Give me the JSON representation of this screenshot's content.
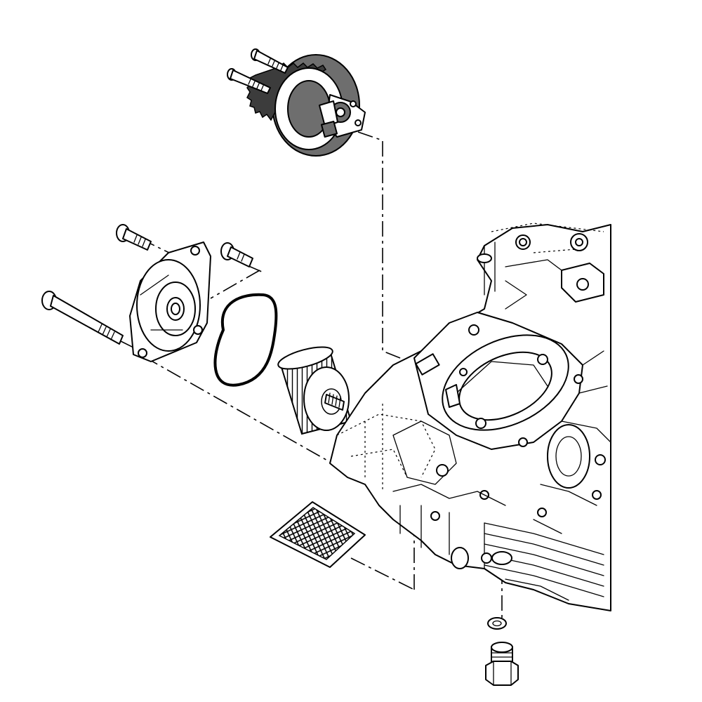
{
  "diagram": {
    "type": "exploded-parts-view",
    "parts": [
      {
        "id": "oil-pump-gear",
        "icon": "gear-icon"
      },
      {
        "id": "pump-bolt-upper",
        "icon": "bolt-icon"
      },
      {
        "id": "pump-bolt-lower",
        "icon": "bolt-icon"
      },
      {
        "id": "filter-cover",
        "icon": "cover-icon"
      },
      {
        "id": "cover-bolt-short-left",
        "icon": "bolt-icon"
      },
      {
        "id": "cover-bolt-short-right",
        "icon": "bolt-icon"
      },
      {
        "id": "cover-bolt-long",
        "icon": "bolt-icon"
      },
      {
        "id": "o-ring",
        "icon": "o-ring-icon"
      },
      {
        "id": "oil-filter-element",
        "icon": "filter-icon"
      },
      {
        "id": "oil-strainer",
        "icon": "strainer-icon"
      },
      {
        "id": "crankcase",
        "icon": "crankcase-icon"
      },
      {
        "id": "drain-washer",
        "icon": "washer-icon"
      },
      {
        "id": "drain-bolt",
        "icon": "drain-bolt-icon"
      }
    ],
    "colors": {
      "line": "#000000",
      "shade": "#6e6e6e",
      "dark": "#3c3c3c",
      "background": "#ffffff"
    }
  }
}
